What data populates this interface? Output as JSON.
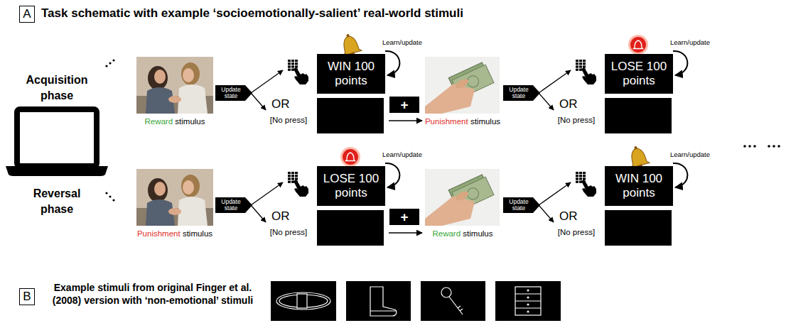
{
  "diagram": {
    "title": "Task schematic with example ‘socioemotionally-salient’ real-world stimuli",
    "nodes": [
      {
        "text": [
          "A"
        ]
      },
      {
        "text": [
          "Update state"
        ]
      },
      {
        "text": [
          "WIN 100 points"
        ]
      },
      {
        "text": [
          "+"
        ]
      },
      {
        "text": [
          "Update state"
        ]
      },
      {
        "text": [
          "LOSE 100 points"
        ]
      },
      {
        "text": [
          "Update state"
        ]
      },
      {
        "text": [
          "LOSE 100 points"
        ]
      },
      {
        "text": [
          "+"
        ]
      },
      {
        "text": [
          "Update state"
        ]
      },
      {
        "text": [
          "WIN 100 points"
        ]
      },
      {
        "text": [
          "B"
        ]
      }
    ],
    "labels": [
      "Acquisition phase",
      "Reward",
      "stimulus",
      "OR",
      "[No press]",
      "Learn/update",
      "Punishment",
      "stimulus",
      "OR",
      "[No press]",
      "Learn/update",
      "Reversal phase",
      "Punishment",
      "stimulus",
      "OR",
      "[No press]",
      "Learn/update",
      "Reward",
      "stimulus",
      "OR",
      "[No press]",
      "Learn/update",
      "Example stimuli from original Finger et al. (2008) version with ‘non-emotional’ stimuli"
    ]
  }
}
